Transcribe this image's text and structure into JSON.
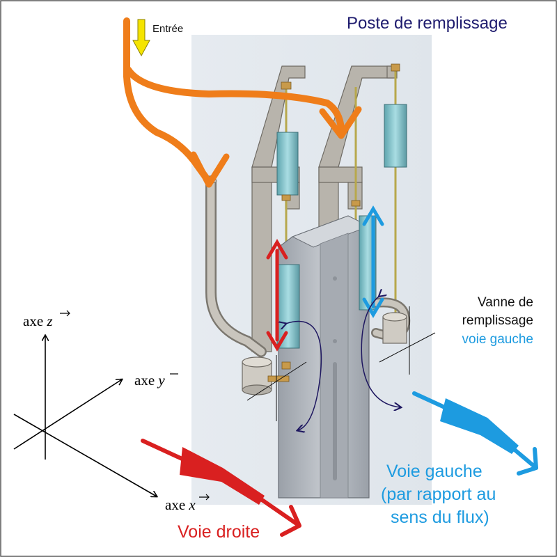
{
  "title": "Poste de remplissage",
  "inlet_label": "Entrée",
  "valve_label": {
    "line1": "Vanne de",
    "line2": "remplissage",
    "line3": "voie gauche"
  },
  "left_way": {
    "line1": "Voie gauche",
    "line2": "(par rapport au",
    "line3": "sens du flux)"
  },
  "right_way_label": "Voie droite",
  "axes": {
    "z_label": "axe",
    "z_symbol": "z",
    "y_label": "axe",
    "y_symbol": "y",
    "x_label": "axe",
    "x_symbol": "x"
  },
  "colors": {
    "flow_orange": "#ef7d1a",
    "inlet_yellow": "#f5e400",
    "right_red": "#d92020",
    "left_blue": "#1d9be0",
    "rotation_navy": "#1e1760",
    "title_navy": "#1e1b6e",
    "frame_grey": "#b8b4ac",
    "cylinder_teal": "#8fc8cf"
  }
}
